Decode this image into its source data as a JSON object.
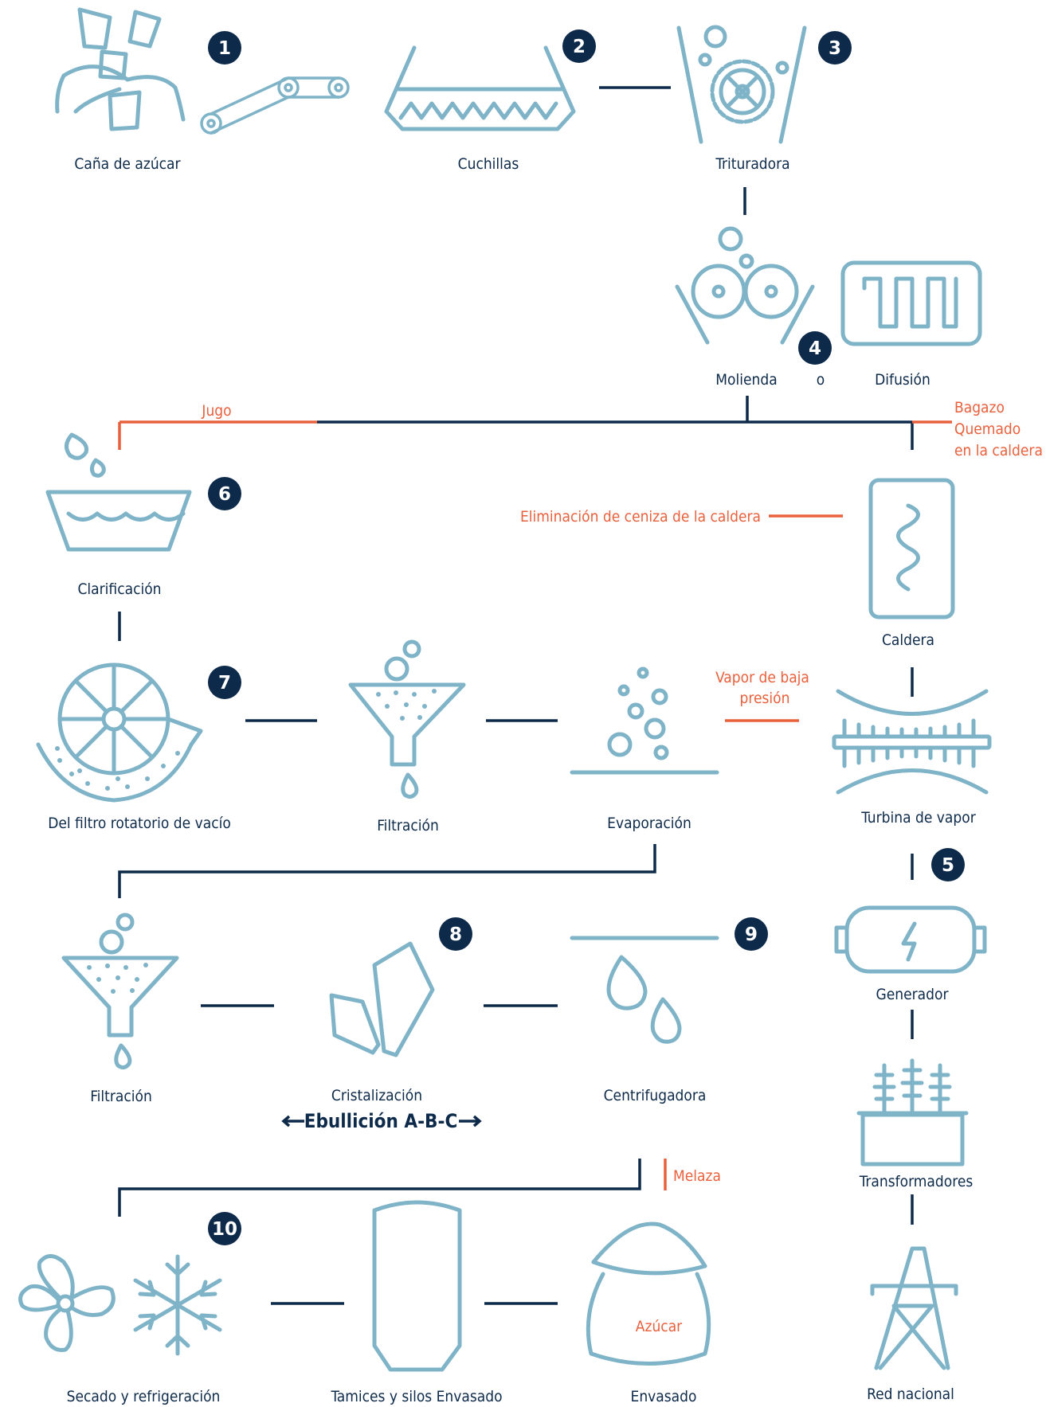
{
  "colors": {
    "navy": "#0d2a4a",
    "accent": "#e8603c",
    "icon": "#7fb4c8"
  },
  "steps": {
    "cana": "Caña de azúcar",
    "cuchillas": "Cuchillas",
    "trituradora": "Trituradora",
    "molienda": "Molienda",
    "o": "o",
    "difusion": "Difusión",
    "clarificacion": "Clarificación",
    "caldera": "Caldera",
    "filtro_rotatorio": "Del filtro rotatorio de vacío",
    "filtracion1": "Filtración",
    "evaporacion": "Evaporación",
    "turbina": "Turbina de vapor",
    "filtracion2": "Filtración",
    "cristalizacion": "Cristalización",
    "centrifugadora": "Centrifugadora",
    "generador": "Generador",
    "transformadores": "Transformadores",
    "secado": "Secado y refrigeración",
    "tamices": "Tamices y silos Envasado",
    "envasado": "Envasado",
    "red_nacional": "Red nacional"
  },
  "annotations": {
    "jugo": "Jugo",
    "bagazo_1": "Bagazo",
    "bagazo_2": "Quemado",
    "bagazo_3": "en la caldera",
    "ceniza": "Eliminación de ceniza de la caldera",
    "vapor_1": "Vapor de baja",
    "vapor_2": "presión",
    "ebullicion": "Ebullición A-B-C",
    "melaza": "Melaza",
    "azucar": "Azúcar"
  },
  "badges": {
    "b1": "1",
    "b2": "2",
    "b3": "3",
    "b4": "4",
    "b5": "5",
    "b6": "6",
    "b7": "7",
    "b8": "8",
    "b9": "9",
    "b10": "10"
  }
}
